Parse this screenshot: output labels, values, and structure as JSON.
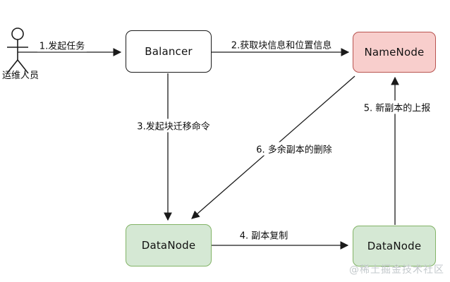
{
  "diagram": {
    "title_hint": "HDFS Balancer block rebalancing flow",
    "actor": {
      "label": "运维人员"
    },
    "nodes": [
      {
        "id": "balancer",
        "label": "Balancer",
        "fill": "#ffffff",
        "border": "#1a1a1a"
      },
      {
        "id": "namenode",
        "label": "NameNode",
        "fill": "#f8cecc",
        "border": "#b85450"
      },
      {
        "id": "datanode1",
        "label": "DataNode",
        "fill": "#d5e8d4",
        "border": "#82b366"
      },
      {
        "id": "datanode2",
        "label": "DataNode",
        "fill": "#d5e8d4",
        "border": "#82b366"
      }
    ],
    "edges": [
      {
        "id": "1",
        "label": "1.发起任务",
        "from": "actor",
        "to": "balancer"
      },
      {
        "id": "2",
        "label": "2.获取块信息和位置信息",
        "from": "balancer",
        "to": "namenode"
      },
      {
        "id": "3",
        "label": "3.发起块迁移命令",
        "from": "balancer",
        "to": "datanode1"
      },
      {
        "id": "4",
        "label": "4. 副本复制",
        "from": "datanode1",
        "to": "datanode2"
      },
      {
        "id": "5",
        "label": "5. 新副本的上报",
        "from": "datanode2",
        "to": "namenode"
      },
      {
        "id": "6",
        "label": "6. 多余副本的删除",
        "from": "namenode",
        "to": "datanode1"
      }
    ],
    "watermark": "@稀土掘金技术社区"
  }
}
